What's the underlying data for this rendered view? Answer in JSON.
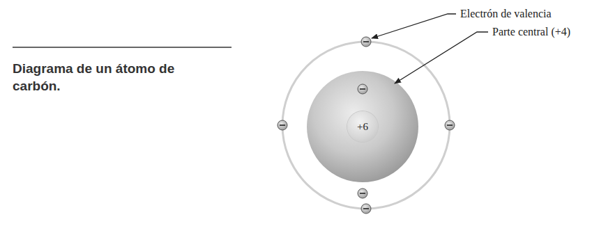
{
  "diagram": {
    "title": "Diagrama de un átomo de carbón.",
    "nodes": [
      {
        "text": [
          "+6"
        ]
      }
    ],
    "labels": [
      "Electrón de valencia",
      "Parte central (+4)"
    ]
  }
}
